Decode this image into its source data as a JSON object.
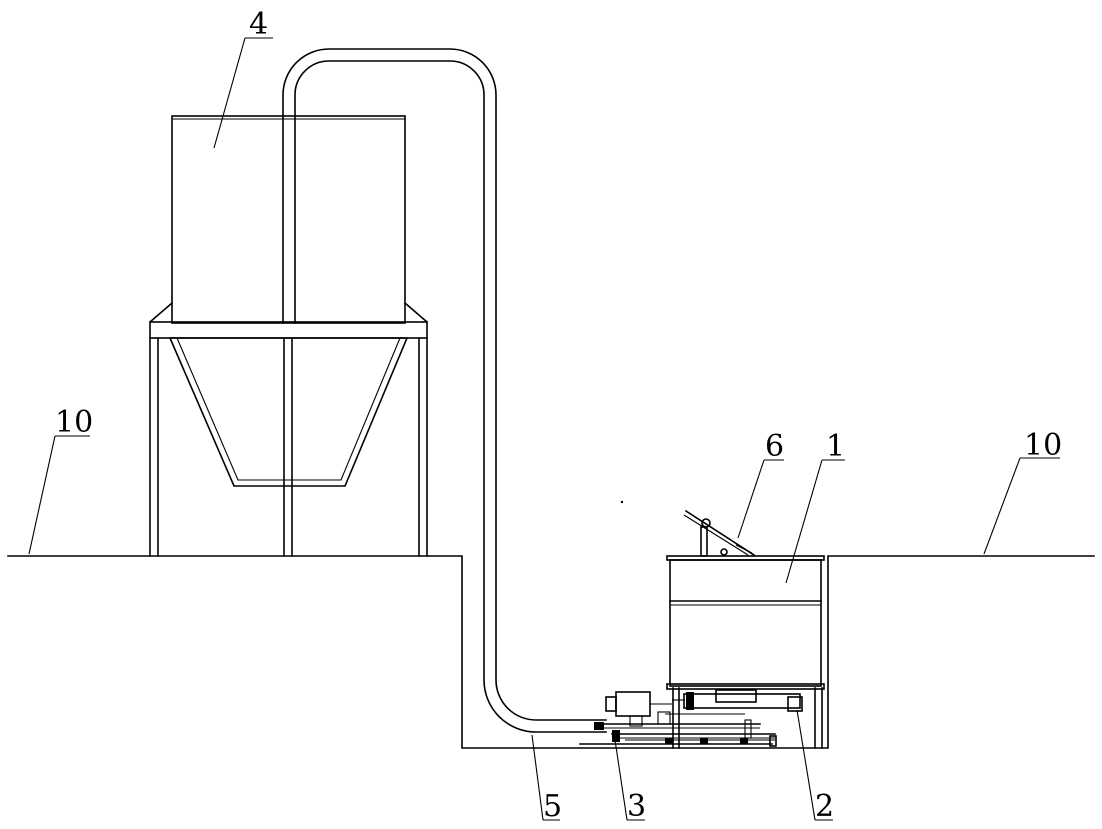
{
  "labels": {
    "hopper": "4",
    "ground_left": "10",
    "ground_right": "10",
    "lever": "6",
    "tank": "1",
    "pipe": "5",
    "pump": "3",
    "base": "2"
  }
}
